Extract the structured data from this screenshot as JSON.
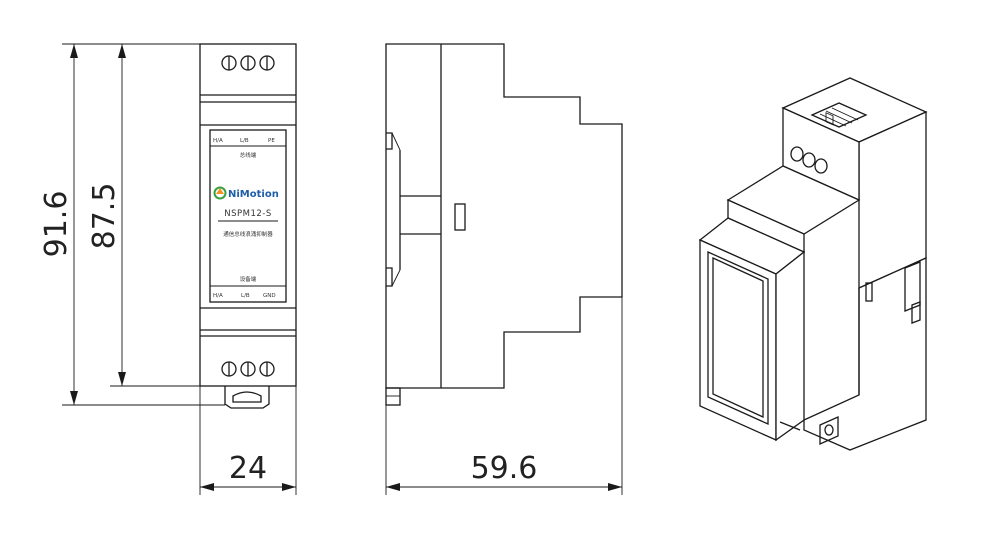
{
  "dimensions": {
    "total_height": "91.6",
    "body_height": "87.5",
    "width": "24",
    "depth": "59.6"
  },
  "front_label": {
    "top_terminals": [
      "H/A",
      "L/B",
      "PE"
    ],
    "top_caption": "总线端",
    "brand": "NiMotion",
    "model": "NSPM12-S",
    "description": "通信总线浪涌抑制器",
    "bottom_caption": "设备端",
    "bottom_terminals": [
      "H/A",
      "L/B",
      "GND"
    ]
  },
  "colors": {
    "line": "#1a1a1a",
    "brand": "#1f5fa8",
    "logo_green": "#3aa043",
    "logo_orange": "#f29222"
  },
  "icons": [
    "nimotion-logo-icon",
    "terminal-screw-icon"
  ]
}
